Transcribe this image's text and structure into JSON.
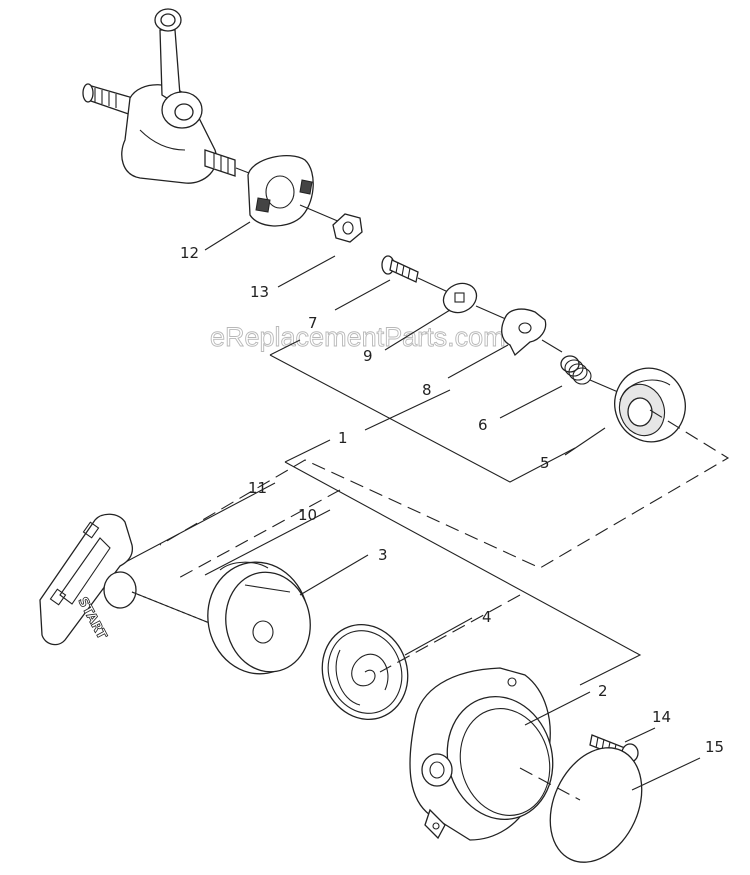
{
  "diagram": {
    "watermark": "eReplacementParts.com",
    "handle_text": "START",
    "callouts": [
      {
        "id": "1",
        "label": "1"
      },
      {
        "id": "2",
        "label": "2"
      },
      {
        "id": "3",
        "label": "3"
      },
      {
        "id": "4",
        "label": "4"
      },
      {
        "id": "5",
        "label": "5"
      },
      {
        "id": "6",
        "label": "6"
      },
      {
        "id": "7",
        "label": "7"
      },
      {
        "id": "8",
        "label": "8"
      },
      {
        "id": "9",
        "label": "9"
      },
      {
        "id": "10",
        "label": "10"
      },
      {
        "id": "11",
        "label": "11"
      },
      {
        "id": "12",
        "label": "12"
      },
      {
        "id": "13",
        "label": "13"
      },
      {
        "id": "14",
        "label": "14"
      },
      {
        "id": "15",
        "label": "15"
      }
    ]
  }
}
